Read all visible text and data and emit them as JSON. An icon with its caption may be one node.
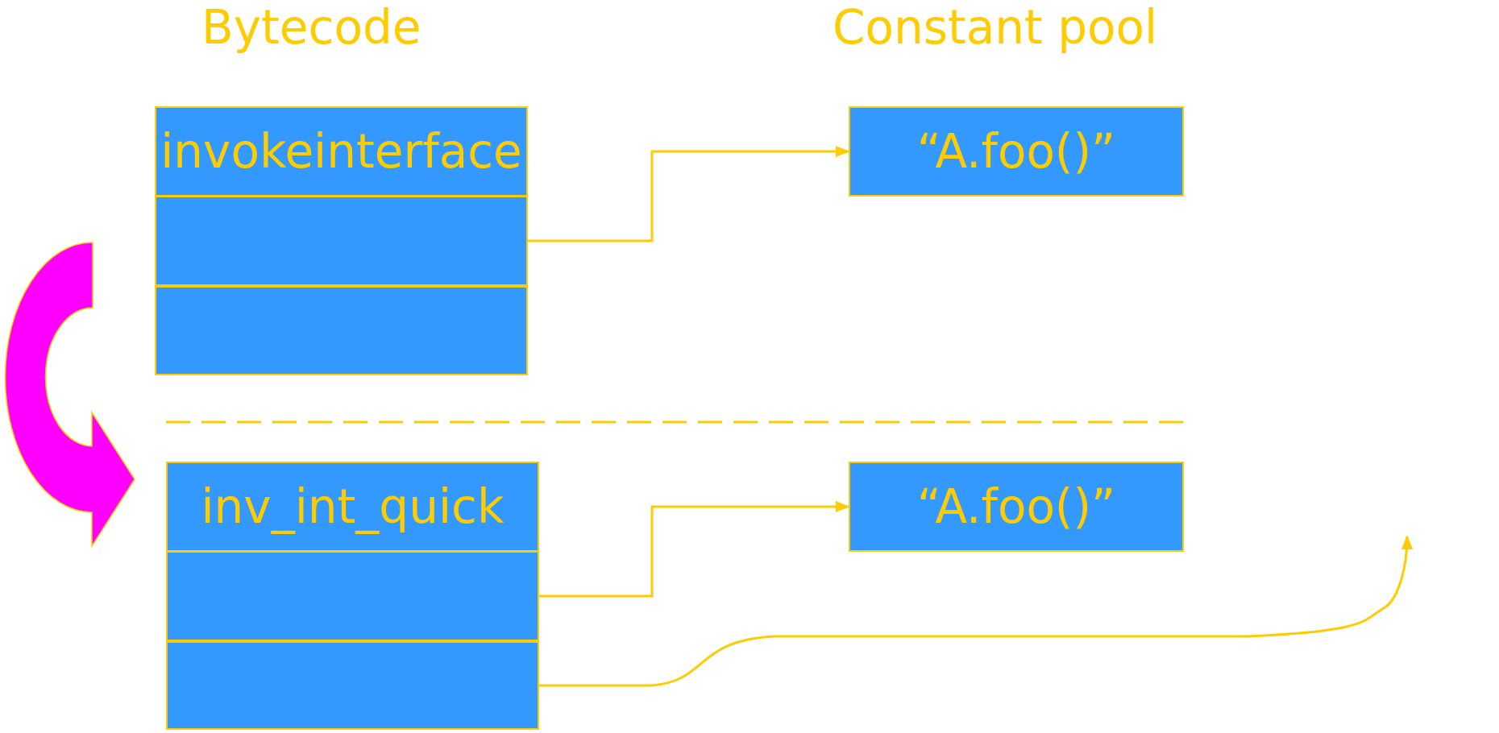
{
  "diagram": {
    "nodes": [
      {
        "text": [
          "invokeinterface"
        ]
      },
      {
        "text": [],
        "shape": "box"
      },
      {
        "text": [],
        "shape": "box"
      },
      {
        "text": [
          "“A.foo()”"
        ]
      },
      {
        "text": [
          "inv_int_quick"
        ]
      },
      {
        "text": [],
        "shape": "box"
      },
      {
        "text": [],
        "shape": "box"
      },
      {
        "text": [
          "“A.foo()”"
        ]
      }
    ],
    "edges": [
      {
        "from": 1,
        "to": 3,
        "arrow": "to"
      },
      {
        "from": 5,
        "to": 7,
        "arrow": "to"
      },
      {
        "from": 6,
        "to": null,
        "arrow": "to"
      }
    ],
    "labels": [
      "Bytecode",
      "Constant pool"
    ]
  }
}
